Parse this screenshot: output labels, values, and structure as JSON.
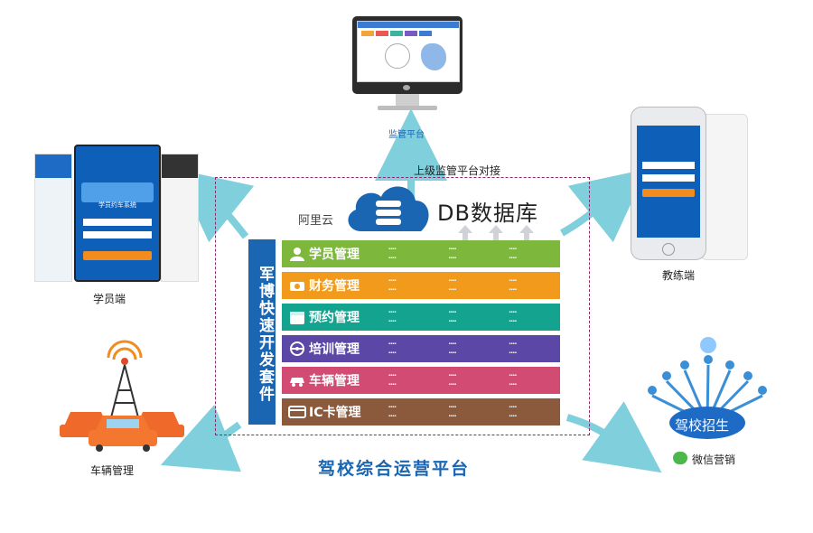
{
  "platform": {
    "title": "驾校综合运营平台",
    "db_label": "DB数据库",
    "cloud_label": "阿里云",
    "toolkit_label": "军博快速开发套件",
    "docking_label": "上级监管平台对接"
  },
  "modules": [
    {
      "name": "学员管理",
      "color": "#7db83c",
      "icon": "user-icon"
    },
    {
      "name": "财务管理",
      "color": "#f19a1b",
      "icon": "money-icon"
    },
    {
      "name": "预约管理",
      "color": "#14a38f",
      "icon": "calendar-icon"
    },
    {
      "name": "培训管理",
      "color": "#5a47a6",
      "icon": "steering-wheel-icon"
    },
    {
      "name": "车辆管理",
      "color": "#d14b73",
      "icon": "car-icon"
    },
    {
      "name": "IC卡管理",
      "color": "#8b5a3c",
      "icon": "card-icon"
    }
  ],
  "endpoints": {
    "supervision": "监管平台",
    "student_app": "学员端",
    "student_app_screen_title": "学员约车系统",
    "coach_app": "教练端",
    "vehicle": "车辆管理",
    "recruit": "驾校招生",
    "wechat": "微信营销"
  },
  "colors": {
    "brand_blue": "#1a66b3",
    "arrow_cyan": "#7fd0dc",
    "dashed_border": "#8a2a6a"
  }
}
